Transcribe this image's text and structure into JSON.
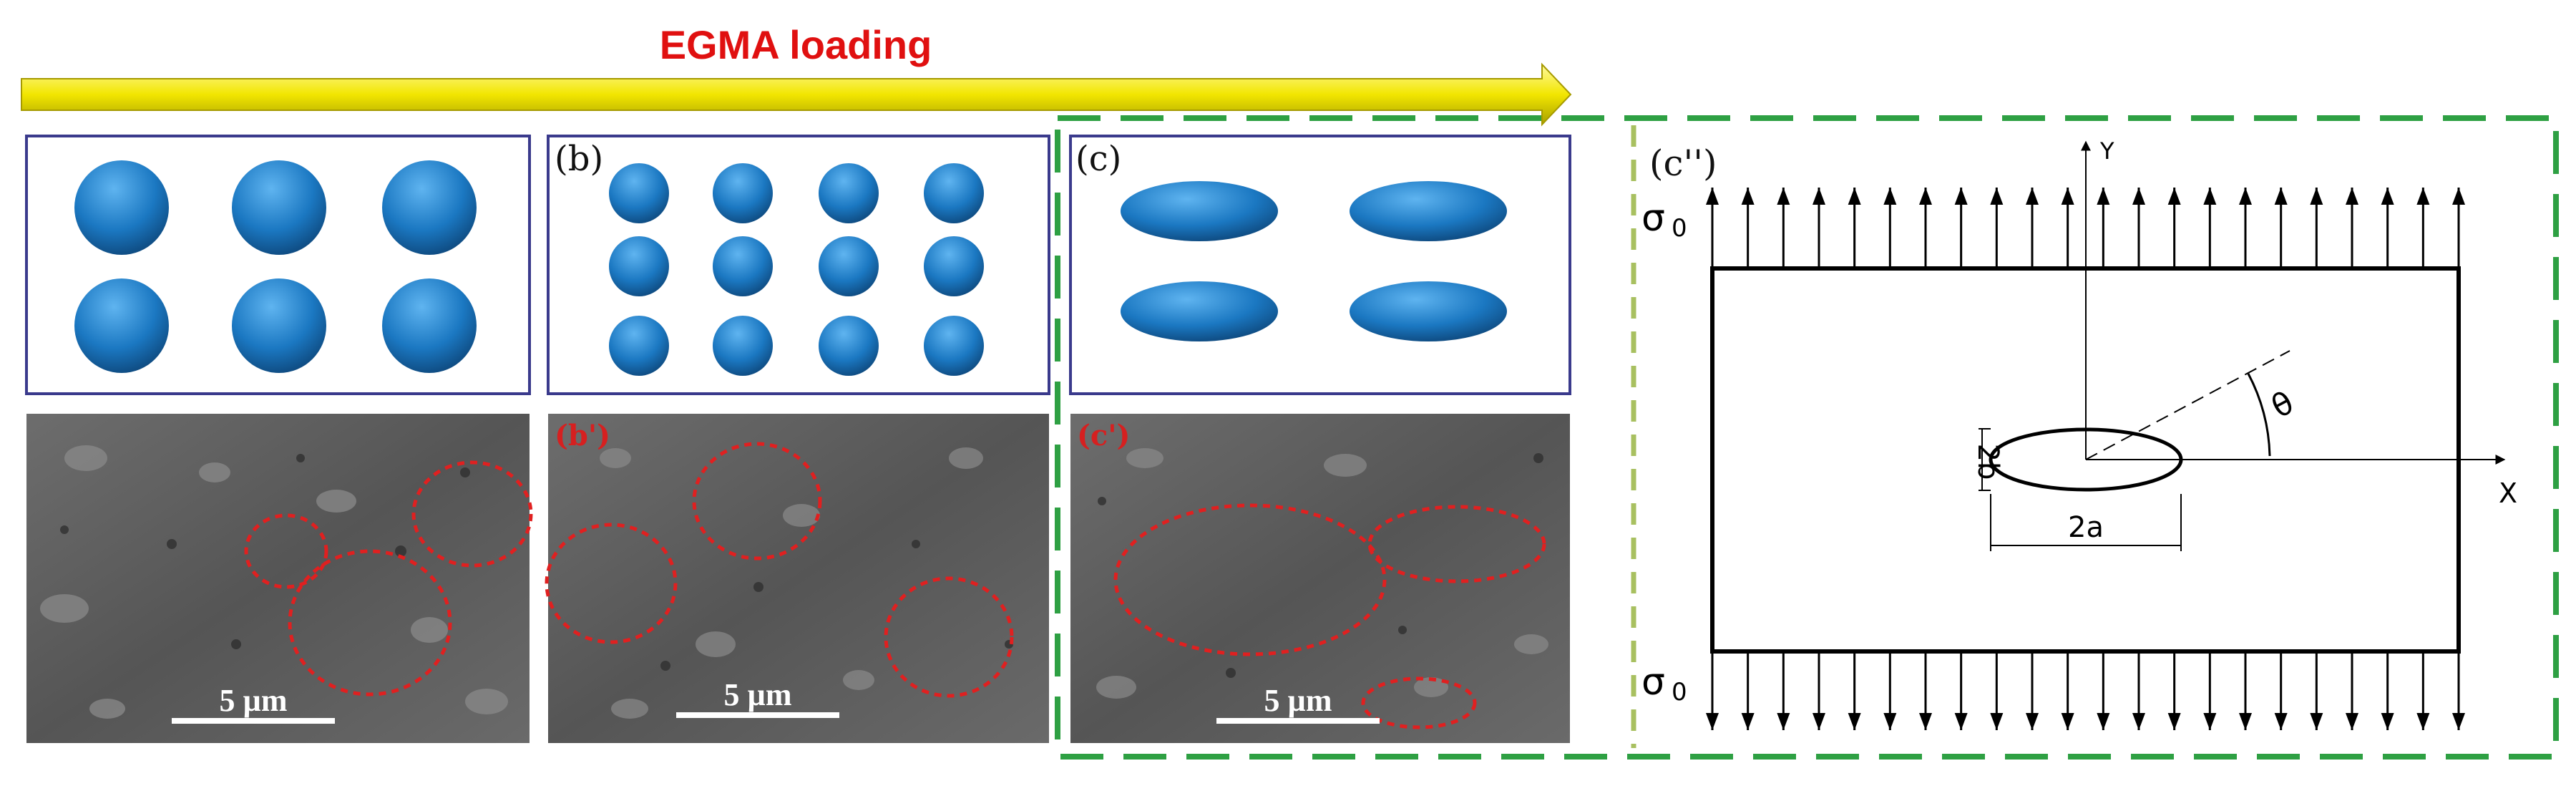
{
  "header": {
    "arrow_label": "EGMA loading"
  },
  "panels": {
    "b": "(b)",
    "c": "(c)",
    "b_prime": "(b')",
    "c_prime": "(c')",
    "c_double_prime": "(c'')"
  },
  "scale_bars": [
    "5 µm",
    "5 µm",
    "5 µm"
  ],
  "diagram": {
    "sigma": "σ",
    "sigma_sub": "0",
    "y_axis": "Y",
    "x_axis": "X",
    "theta": "θ",
    "minor_axis": "2b",
    "major_axis": "2a"
  },
  "colors": {
    "arrow_fill": "#f0e400",
    "label_red": "#e01010",
    "panel_border": "#3a3a8c",
    "particle_blue": "#1b78c2",
    "highlight_green": "#2ea043",
    "sem_circle": "#e02020"
  }
}
